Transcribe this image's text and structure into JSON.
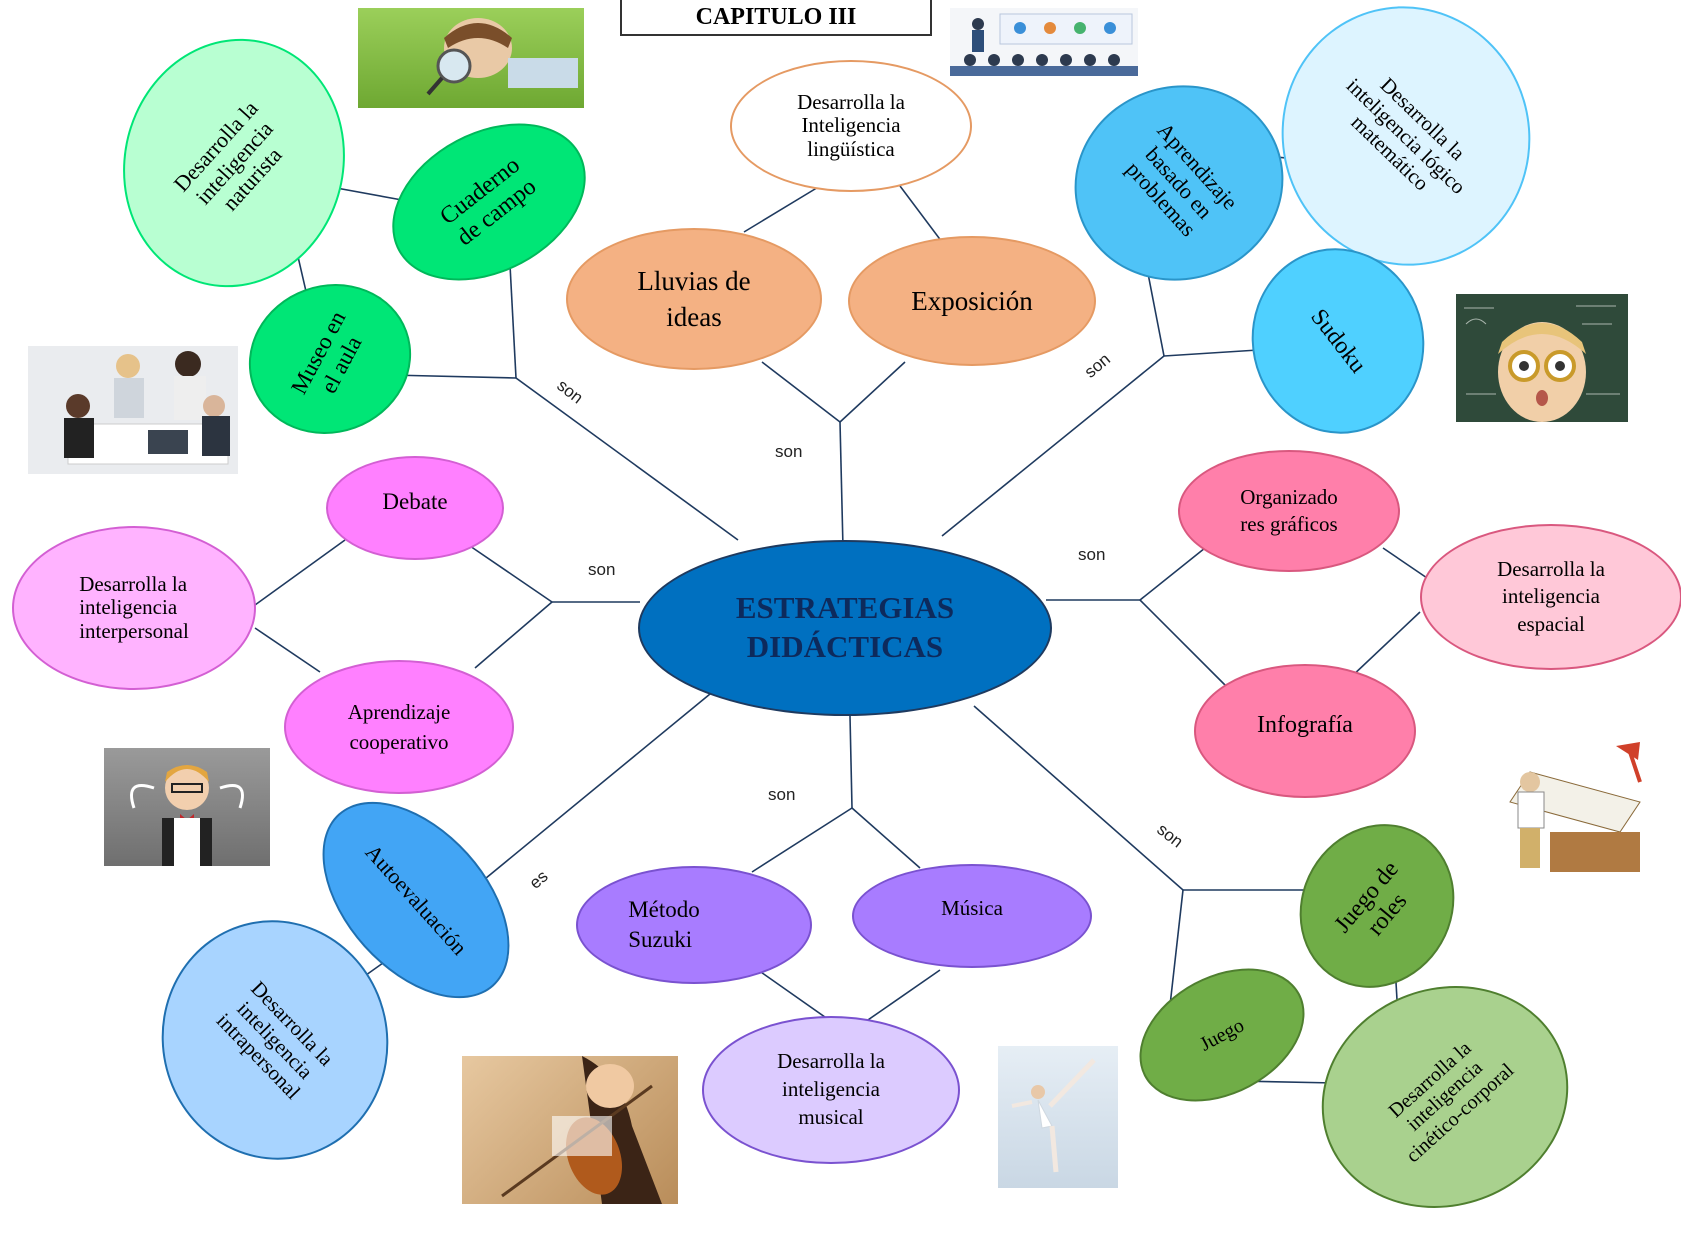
{
  "title": "CAPITULO III",
  "center": {
    "label": "ESTRATEGIAS\nDIDÁCTICAS"
  },
  "connectors": {
    "top": "son",
    "top_left": "son",
    "top_right": "son",
    "left": "son",
    "right": "son",
    "bottom": "son",
    "bottom_left": "es",
    "bottom_right": "son"
  },
  "nodes": {
    "linguistica": "Desarrolla la\nInteligencia\nlingüística",
    "lluvias": "Lluvias de\nideas",
    "exposicion": "Exposición",
    "naturista": "Desarrolla la\ninteligencia\nnaturista",
    "cuaderno": "Cuaderno\nde campo",
    "museo": "Museo en\nel aula",
    "logico": "Desarrolla la\ninteligencia lógico\nmatemático",
    "abp": "Aprendizaje\nbasado en\nproblemas",
    "sudoku": "Sudoku",
    "debate": "Debate",
    "interpersonal": "Desarrolla la\ninteligencia\ninterpersonal",
    "cooperativo": "Aprendizaje\ncooperativo",
    "organizadores": "Organizado\nres gráficos",
    "espacial": "Desarrolla la\ninteligencia\nespacial",
    "infografia": "Infografía",
    "autoevaluacion": "Autoevaluación",
    "intrapersonal": "Desarrolla la\ninteligencia\nintrapersonal",
    "suzuki": "Método\nSuzuki",
    "musica": "Música",
    "musical": "Desarrolla la\ninteligencia\nmusical",
    "roles": "Juego de\nroles",
    "juego": "Juego",
    "cinetico": "Desarrolla la\ninteligencia\ncinético-corporal"
  },
  "colors": {
    "center": "#0070C0",
    "linguistica_group": "#F4B183",
    "naturista_group": "#00E676",
    "logico_group": "#4FC3F7",
    "interpersonal_group": "#FF80FF",
    "espacial_group": "#FF7FAA",
    "intrapersonal_group": "#42A5F5",
    "musical_group": "#A87CFF",
    "cinetico_group": "#70AD47"
  },
  "photos": [
    "magnifier-child-photo",
    "presentation-audience-photo",
    "office-meeting-photo",
    "glasses-boy-math-photo",
    "strong-boy-photo",
    "architect-drawing-photo",
    "violin-girl-photo",
    "ice-skater-photo"
  ]
}
